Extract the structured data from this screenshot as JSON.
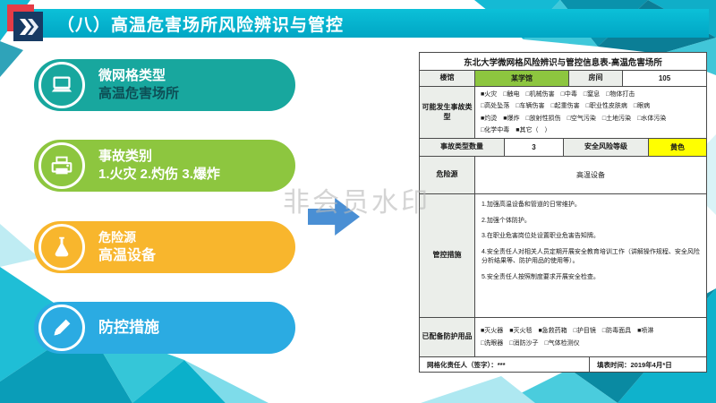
{
  "header": {
    "title": "（八）高温危害场所风险辨识与管控"
  },
  "colors": {
    "header_bar": "#00a6c4",
    "accent_red": "#e63c46",
    "logo_navy": "#173a63",
    "arrow_blue": "#4a8fd4",
    "highlight_green": "#8dc63f",
    "risk_yellow": "#ffff00",
    "poly_cyan": "#10aec8"
  },
  "pills": [
    {
      "title": "微网格类型",
      "subtitle": "高温危害场所",
      "color": "#18a79e",
      "subtitle_color": "#0d4f56",
      "icon": "laptop-icon"
    },
    {
      "title": "事故类别",
      "subtitle": "1.火灾 2.灼伤 3.爆炸",
      "color": "#8dc63f",
      "subtitle_color": "#ffffff",
      "icon": "printer-icon"
    },
    {
      "title": "危险源",
      "subtitle": "高温设备",
      "color": "#f8b62d",
      "subtitle_color": "#ffffff",
      "icon": "flask-icon"
    },
    {
      "title": "防控措施",
      "subtitle": "",
      "color": "#2babe2",
      "subtitle_color": "",
      "icon": "pencil-icon"
    }
  ],
  "watermark": "非会员水印",
  "table": {
    "title": "东北大学微网格风险辨识与管控信息表-高温危害场所",
    "building_label": "楼馆",
    "building_value": "某学馆",
    "room_label": "房间",
    "room_value": "105",
    "accident_label": "可能发生事故类型",
    "accident_lines": [
      "■火灾　□触电　□机械伤害　□中毒　□窒息　□物体打击",
      "□高处坠落　□车辆伤害　□起重伤害　□职业性皮肤病　□眼病",
      "■灼烫　■爆炸　□放射性损伤　□空气污染　□土地污染　□水体污染",
      "□化学中毒　■其它（　）"
    ],
    "count_label": "事故类型数量",
    "count_value": "3",
    "risk_label": "安全风险等级",
    "risk_value": "黄色",
    "risk_color": "#ffff00",
    "hazard_label": "危险源",
    "hazard_value": "高温设备",
    "measures_label": "管控措施",
    "measures": [
      "1.加强高温设备和管道的日常维护。",
      "2.加强个体防护。",
      "3.在职业危害岗位处设置职业危害告知牌。",
      "4.安全责任人对相关人员定期开展安全教育培训工作（讲解操作规程、安全风险分析结果等、防护用品的使用等）。",
      "5.安全责任人按照制度要求开展安全检查。"
    ],
    "ppe_label": "已配备防护用品",
    "ppe_lines": [
      "■灭火器　■灭火毯　■急救药箱　□护目镜　□防毒面具　■喷淋",
      "□洗眼器　□消防沙子　□气体检测仪"
    ],
    "signer": "网格化责任人（签字）：***",
    "date": "填表时间：2019年4月*日"
  }
}
